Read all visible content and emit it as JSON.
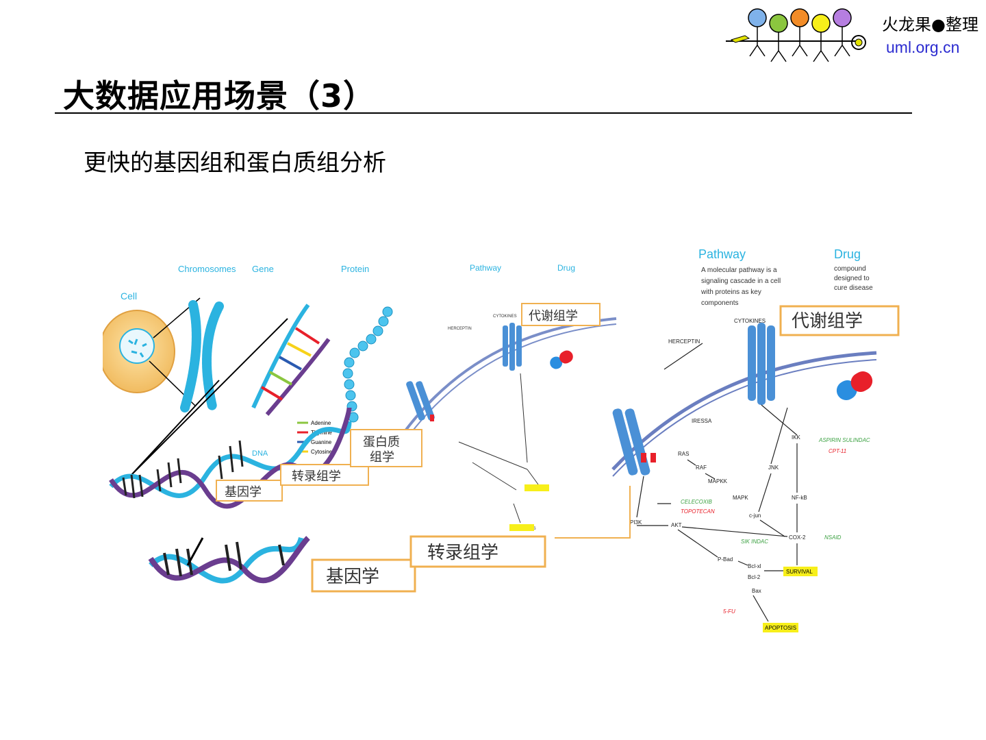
{
  "header": {
    "title": "大数据应用场景（3）",
    "subtitle": "更快的基因组和蛋白质组分析",
    "brand_name": "火龙果●整理",
    "brand_url": "uml.org.cn"
  },
  "logo": {
    "circle_colors": [
      "#7fb2ea",
      "#8bc63f",
      "#f28c28",
      "#f7ef1a",
      "#b67ee0"
    ],
    "ring_color": "#e3e300"
  },
  "figure": {
    "labels": {
      "cell": "Cell",
      "chromosomes": "Chromosomes",
      "gene": "Gene",
      "protein": "Protein",
      "dna": "DNA",
      "pathway_small": "Pathway",
      "drug_small": "Drug",
      "pathway_large": "Pathway",
      "drug_large": "Drug",
      "pathway_desc_large": [
        "A molecular pathway is a",
        "signaling cascade in a cell",
        "with proteins as key",
        "components"
      ],
      "drug_desc_large": [
        "compound",
        "designed to",
        "cure disease"
      ],
      "legend": [
        "Adenine",
        "Thymine",
        "Guanine",
        "Cytosine"
      ],
      "genomics": "基因学",
      "transcriptomics": "转录组学",
      "proteomics": "蛋白质\n组学",
      "proteomics_line1": "蛋白质",
      "proteomics_line2": "组学",
      "metabolomics": "代谢组学",
      "pathway_nodes": [
        "CYTOKINES",
        "HERCEPTIN",
        "IRESSA",
        "RAS",
        "RAF",
        "MAPKK",
        "MAPK",
        "c-jun",
        "JNK",
        "IKK",
        "NF-kB",
        "COX-2",
        "PI3K",
        "AKT",
        "P-Bad",
        "Bcl-xl",
        "Bcl-2",
        "Bax",
        "SURVIVAL",
        "APOPTOSIS",
        "CELECOXIB",
        "TOPOTECAN",
        "ASPIRIN SULINDAC",
        "CPT-11",
        "NSAID",
        "SIK INDAC",
        "5-FU"
      ]
    },
    "colors": {
      "helix_blue": "#2bb3e0",
      "helix_purple": "#6a3d8f",
      "label_border": "#f0b050",
      "highlight": "#f7ef1a",
      "capsule_red": "#e8202a",
      "capsule_blue": "#2a8ee0"
    }
  }
}
